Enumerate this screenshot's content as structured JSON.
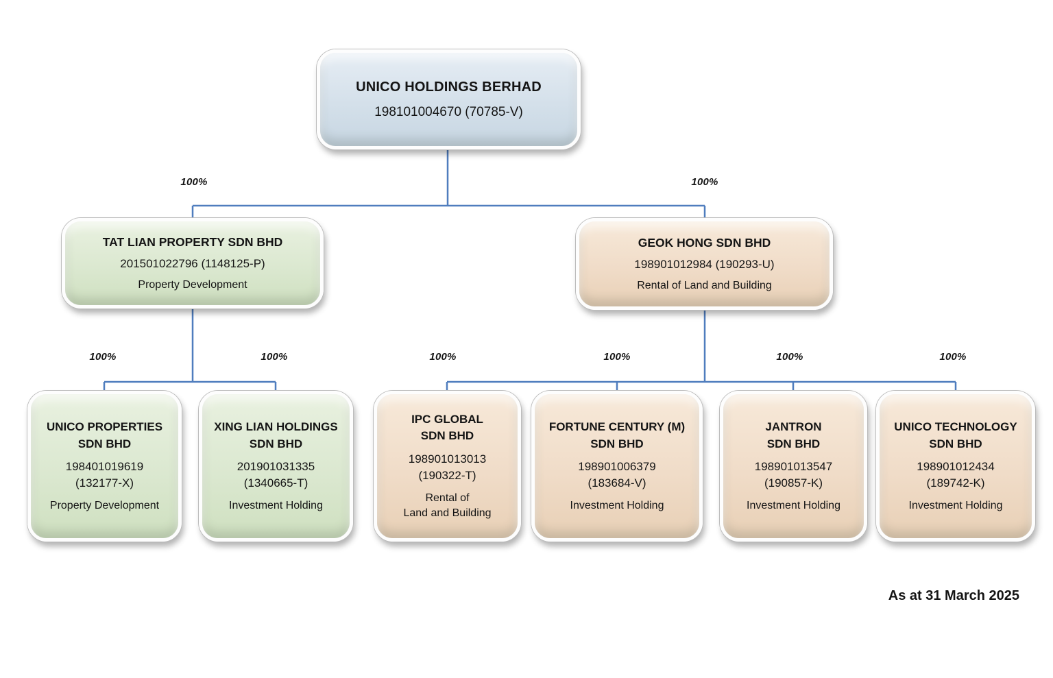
{
  "org": {
    "root": {
      "name": "UNICO HOLDINGS BERHAD",
      "reg": "198101004670 (70785-V)"
    },
    "subsidiaries": [
      {
        "ownership": "100%",
        "name": "TAT LIAN PROPERTY SDN BHD",
        "reg": "201501022796 (1148125-P)",
        "activity": "Property Development"
      },
      {
        "ownership": "100%",
        "name": "GEOK HONG SDN BHD",
        "reg": "198901012984 (190293-U)",
        "activity": "Rental of Land and Building"
      }
    ],
    "sub_subsidiaries": [
      {
        "parent": "TAT LIAN PROPERTY SDN BHD",
        "ownership": "100%",
        "name": "UNICO PROPERTIES\nSDN BHD",
        "reg": "198401019619\n(132177-X)",
        "activity": "Property Development"
      },
      {
        "parent": "TAT LIAN PROPERTY SDN BHD",
        "ownership": "100%",
        "name": "XING LIAN HOLDINGS\nSDN BHD",
        "reg": "201901031335\n(1340665-T)",
        "activity": "Investment Holding"
      },
      {
        "parent": "GEOK HONG SDN BHD",
        "ownership": "100%",
        "name": "IPC GLOBAL\nSDN BHD",
        "reg": "198901013013\n(190322-T)",
        "activity": "Rental of\nLand and Building"
      },
      {
        "parent": "GEOK HONG SDN BHD",
        "ownership": "100%",
        "name": "FORTUNE CENTURY (M)\nSDN BHD",
        "reg": "198901006379\n(183684-V)",
        "activity": "Investment Holding"
      },
      {
        "parent": "GEOK HONG SDN BHD",
        "ownership": "100%",
        "name": "JANTRON\nSDN BHD",
        "reg": "198901013547\n(190857-K)",
        "activity": "Investment Holding"
      },
      {
        "parent": "GEOK HONG SDN BHD",
        "ownership": "100%",
        "name": "UNICO TECHNOLOGY\nSDN BHD",
        "reg": "198901012434\n(189742-K)",
        "activity": "Investment Holding"
      }
    ],
    "footer": "As at 31 March 2025",
    "colors": {
      "root_fill": "#d4e0ea",
      "green_fill": "#dbe8d0",
      "peach_fill": "#f0dcc8",
      "line": "#4f7dbe"
    }
  }
}
